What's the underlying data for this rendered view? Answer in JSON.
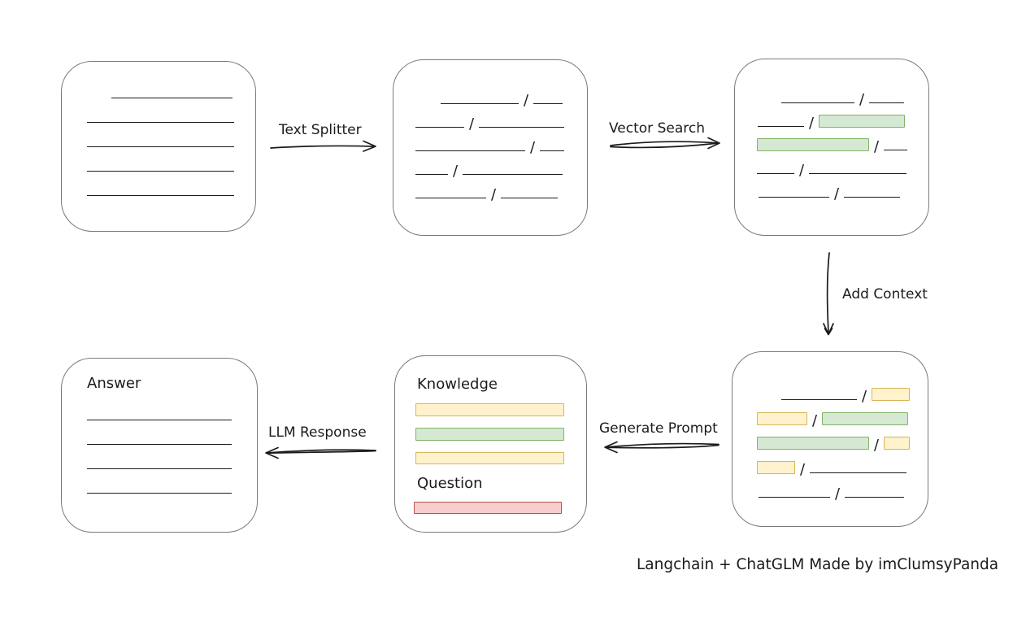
{
  "caption": "Langchain + ChatGLM Made by imClumsyPanda",
  "labels": {
    "text_splitter": "Text Splitter",
    "vector_search": "Vector Search",
    "add_context": "Add Context",
    "generate_prompt": "Generate Prompt",
    "llm_response": "LLM Response",
    "knowledge": "Knowledge",
    "question": "Question",
    "answer": "Answer"
  },
  "colors": {
    "ink": "#1b1b1b",
    "box_border": "#7a7a7a",
    "green": {
      "fill": "#d5e8d4",
      "border": "#82b366"
    },
    "yellow": {
      "fill": "#fff2cc",
      "border": "#d6b656"
    },
    "red": {
      "fill": "#f8cecc",
      "border": "#b85450"
    }
  },
  "boxes": {
    "document": {
      "rows": [
        {
          "indent": 61,
          "segments": [
            {
              "t": "line",
              "w": 149
            }
          ]
        },
        {
          "indent": 31,
          "segments": [
            {
              "t": "line",
              "w": 181
            }
          ]
        },
        {
          "indent": 31,
          "segments": [
            {
              "t": "line",
              "w": 181
            }
          ]
        },
        {
          "indent": 31,
          "segments": [
            {
              "t": "line",
              "w": 181
            }
          ]
        },
        {
          "indent": 31,
          "segments": [
            {
              "t": "line",
              "w": 181
            }
          ]
        }
      ]
    },
    "chunks": {
      "rows": [
        {
          "indent": 58,
          "segments": [
            {
              "t": "line",
              "w": 96
            },
            {
              "t": "slash"
            },
            {
              "t": "line",
              "w": 36
            }
          ]
        },
        {
          "indent": 27,
          "segments": [
            {
              "t": "line",
              "w": 60
            },
            {
              "t": "slash"
            },
            {
              "t": "line",
              "w": 105
            }
          ]
        },
        {
          "indent": 27,
          "segments": [
            {
              "t": "line",
              "w": 135
            },
            {
              "t": "slash"
            },
            {
              "t": "line",
              "w": 30
            }
          ]
        },
        {
          "indent": 27,
          "segments": [
            {
              "t": "line",
              "w": 40
            },
            {
              "t": "slash"
            },
            {
              "t": "line",
              "w": 123
            }
          ]
        },
        {
          "indent": 27,
          "segments": [
            {
              "t": "line",
              "w": 87
            },
            {
              "t": "slash"
            },
            {
              "t": "line",
              "w": 70
            }
          ]
        }
      ]
    },
    "retrieved": {
      "rows": [
        {
          "indent": 57,
          "segments": [
            {
              "t": "line",
              "w": 90
            },
            {
              "t": "slash"
            },
            {
              "t": "line",
              "w": 43
            }
          ]
        },
        {
          "indent": 28,
          "segments": [
            {
              "t": "line",
              "w": 57
            },
            {
              "t": "slash"
            },
            {
              "t": "chunk",
              "c": "green",
              "w": 106
            }
          ]
        },
        {
          "indent": 27,
          "segments": [
            {
              "t": "chunk",
              "c": "green",
              "w": 138
            },
            {
              "t": "slash"
            },
            {
              "t": "line",
              "w": 29
            }
          ]
        },
        {
          "indent": 27,
          "segments": [
            {
              "t": "line",
              "w": 46
            },
            {
              "t": "slash"
            },
            {
              "t": "line",
              "w": 120
            }
          ]
        },
        {
          "indent": 29,
          "segments": [
            {
              "t": "line",
              "w": 87
            },
            {
              "t": "slash"
            },
            {
              "t": "line",
              "w": 69
            }
          ]
        }
      ]
    },
    "context": {
      "rows": [
        {
          "indent": 60,
          "segments": [
            {
              "t": "line",
              "w": 93
            },
            {
              "t": "slash"
            },
            {
              "t": "chunk",
              "c": "yellow",
              "w": 47
            }
          ]
        },
        {
          "indent": 30,
          "segments": [
            {
              "t": "chunk",
              "c": "yellow",
              "w": 62
            },
            {
              "t": "slash"
            },
            {
              "t": "chunk",
              "c": "green",
              "w": 106
            }
          ]
        },
        {
          "indent": 30,
          "segments": [
            {
              "t": "chunk",
              "c": "green",
              "w": 138
            },
            {
              "t": "slash"
            },
            {
              "t": "chunk",
              "c": "yellow",
              "w": 32
            }
          ]
        },
        {
          "indent": 30,
          "segments": [
            {
              "t": "chunk",
              "c": "yellow",
              "w": 47
            },
            {
              "t": "slash"
            },
            {
              "t": "line",
              "w": 119
            }
          ]
        },
        {
          "indent": 32,
          "segments": [
            {
              "t": "line",
              "w": 88
            },
            {
              "t": "slash"
            },
            {
              "t": "line",
              "w": 73
            }
          ]
        }
      ]
    },
    "prompt": {
      "knowledge_bars": [
        {
          "c": "yellow",
          "w": 183,
          "h": 16
        },
        {
          "c": "green",
          "w": 183,
          "h": 16
        },
        {
          "c": "yellow",
          "w": 183,
          "h": 15
        }
      ],
      "question_bars": [
        {
          "c": "red",
          "w": 182,
          "h": 15
        }
      ]
    },
    "answer": {
      "rows": [
        {
          "indent": 31,
          "segments": [
            {
              "t": "line",
              "w": 178
            }
          ]
        },
        {
          "indent": 31,
          "segments": [
            {
              "t": "line",
              "w": 178
            }
          ]
        },
        {
          "indent": 31,
          "segments": [
            {
              "t": "line",
              "w": 178
            }
          ]
        },
        {
          "indent": 31,
          "segments": [
            {
              "t": "line",
              "w": 178
            }
          ]
        }
      ]
    }
  }
}
